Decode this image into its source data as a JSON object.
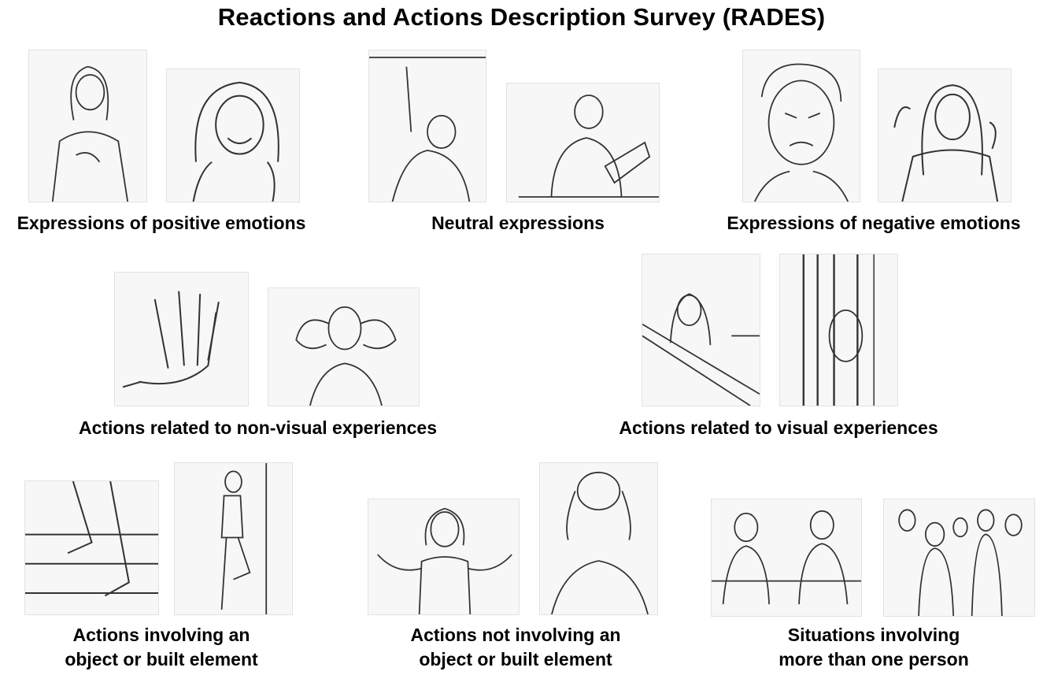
{
  "title": "Reactions and Actions Description Survey (RADES)",
  "groups": [
    {
      "caption": "Expressions of positive emotions",
      "photos": [
        {
          "name": "girl-smiling-eyes-closed-sketch"
        },
        {
          "name": "girl-laughing-sketch"
        }
      ]
    },
    {
      "caption": "Neutral expressions",
      "photos": [
        {
          "name": "man-reaching-up-sketch"
        },
        {
          "name": "man-reading-book-sketch"
        }
      ]
    },
    {
      "caption": "Expressions of negative emotions",
      "photos": [
        {
          "name": "man-grimacing-sketch"
        },
        {
          "name": "girl-disgusted-sketch"
        }
      ]
    },
    {
      "caption": "Actions related to non-visual experiences",
      "photos": [
        {
          "name": "hand-touching-wall-sketch"
        },
        {
          "name": "man-hands-over-ears-sketch"
        }
      ]
    },
    {
      "caption": "Actions related to visual experiences",
      "photos": [
        {
          "name": "girl-peeking-over-ledge-sketch"
        },
        {
          "name": "girl-peeking-through-door-sketch"
        }
      ]
    },
    {
      "caption_lines": [
        "Actions involving an",
        "object or built element"
      ],
      "photos": [
        {
          "name": "feet-on-steps-sketch"
        },
        {
          "name": "person-leaning-on-wall-sketch"
        }
      ]
    },
    {
      "caption_lines": [
        "Actions not involving an",
        "object or built element"
      ],
      "photos": [
        {
          "name": "girl-shrugging-sketch"
        },
        {
          "name": "man-hands-on-head-sketch"
        }
      ]
    },
    {
      "caption_lines": [
        "Situations involving",
        "more than one person"
      ],
      "photos": [
        {
          "name": "two-men-talking-sketch"
        },
        {
          "name": "group-of-people-sketch"
        }
      ]
    }
  ]
}
